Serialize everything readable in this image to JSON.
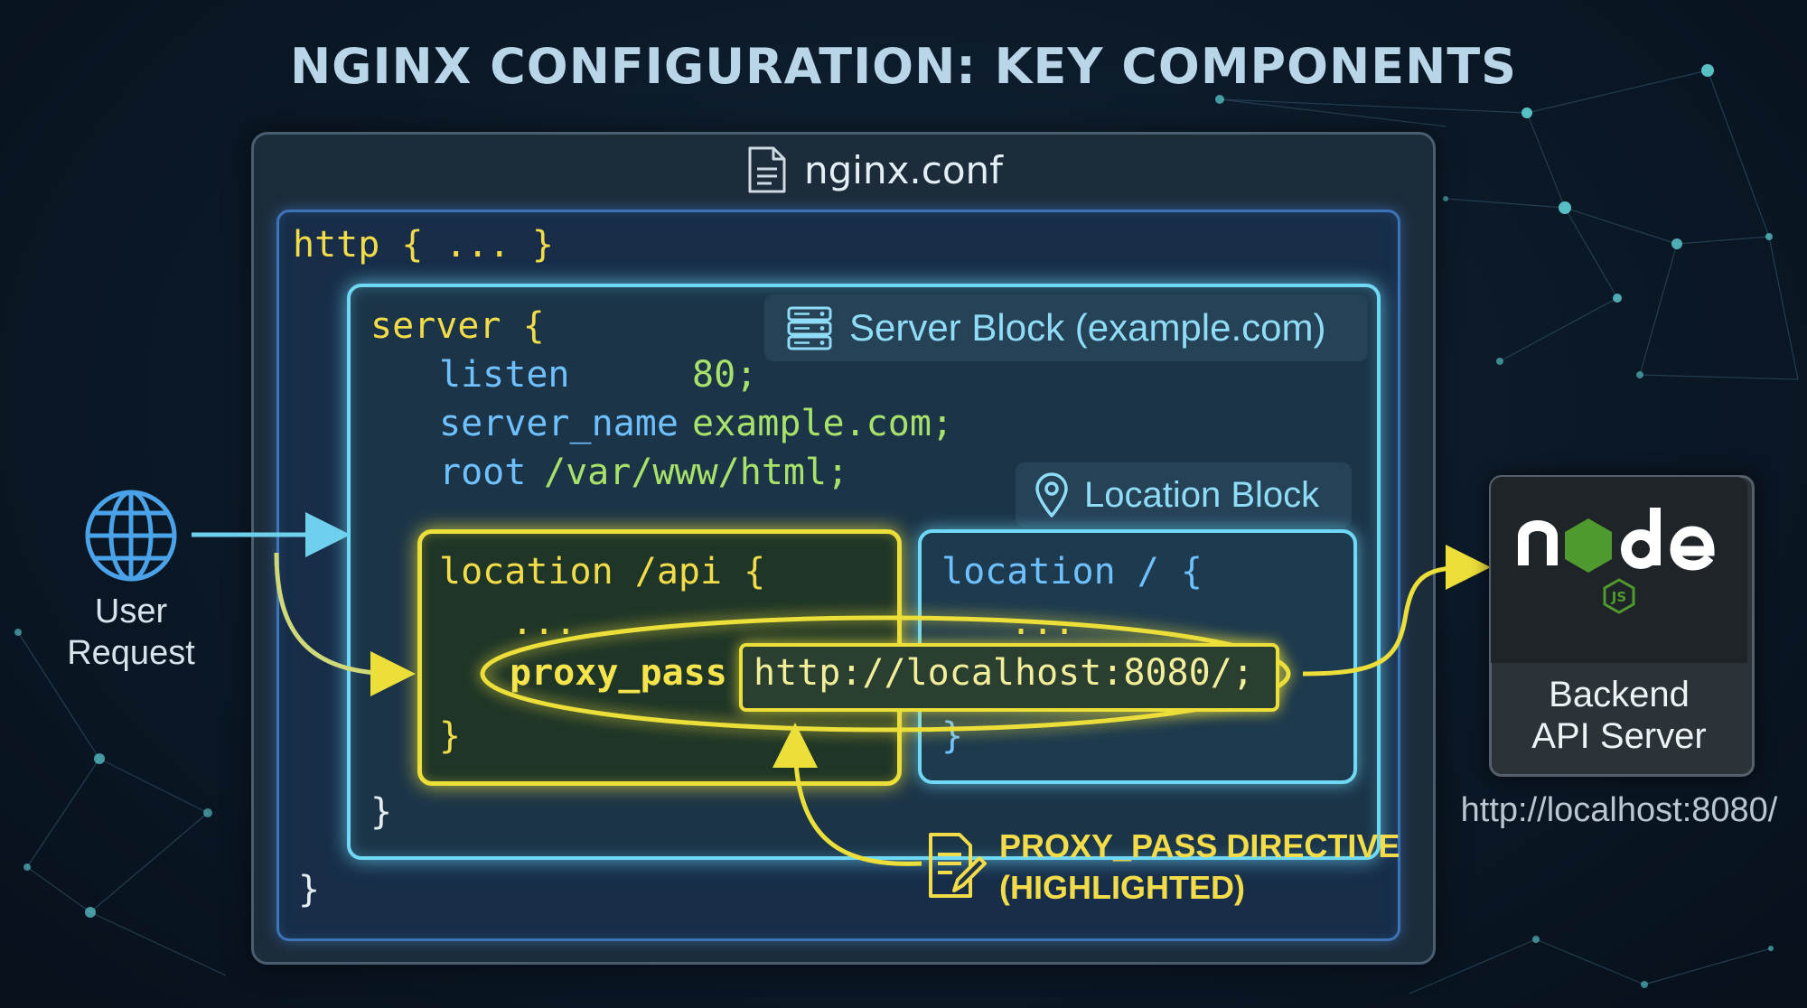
{
  "title": "NGINX CONFIGURATION: KEY COMPONENTS",
  "file": {
    "name": "nginx.conf",
    "icon": "document-icon"
  },
  "http_block": {
    "open": "http { ... }",
    "close": "}"
  },
  "server_block": {
    "tag_label": "Server Block (example.com)",
    "tag_icon": "server-icon",
    "open": "server {",
    "directives": [
      {
        "key": "listen",
        "value": "80;"
      },
      {
        "key": "server_name",
        "value": "example.com;"
      },
      {
        "key": "root",
        "value": "/var/www/html;"
      }
    ],
    "close": "}"
  },
  "location_tag": {
    "label": "Location Block",
    "icon": "map-pin-icon"
  },
  "location_api": {
    "open": "location /api {",
    "ellipsis": "...",
    "proxy_key": "proxy_pass",
    "proxy_url": "http://localhost:8080/;",
    "close": "}"
  },
  "location_root": {
    "open": "location / {",
    "ellipsis": "...",
    "close": "}"
  },
  "annotation": {
    "line1": "PROXY_PASS DIRECTIVE",
    "line2": "(HIGHLIGHTED)",
    "icon": "edit-document-icon"
  },
  "user": {
    "line1": "User",
    "line2": "Request",
    "icon": "globe-icon"
  },
  "backend": {
    "logo_text": "node",
    "badge_text": "JS",
    "line1": "Backend",
    "line2": "API Server",
    "url": "http://localhost:8080/"
  },
  "colors": {
    "highlight": "#ecdf3a",
    "server": "#6fd8f5",
    "http": "#3d73b8",
    "node_green": "#4e9a2e"
  }
}
